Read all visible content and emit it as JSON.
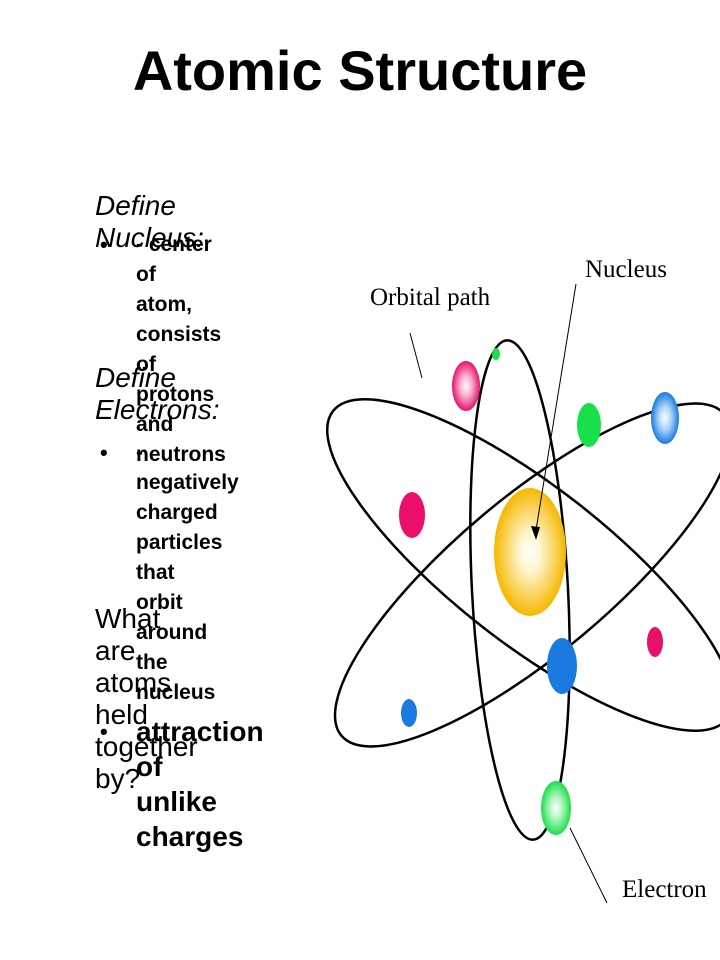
{
  "title": "Atomic Structure",
  "bullets": [
    {
      "marker": "",
      "text": "Define Nucleus:",
      "sub": "- center of\natom, consists\nof protons and\nneutrons"
    },
    {
      "marker": "",
      "text": "Define\nElectrons:",
      "sub": "- negatively\ncharged\nparticles that\norbit around\nthe nucleus"
    },
    {
      "marker": "",
      "text": "What are atoms\nheld together\nby?",
      "sub": "attraction of\nunlike\ncharges"
    }
  ],
  "sub_bullet_glyph": "•",
  "labels": {
    "nucleus": "Nucleus",
    "orbital_path": "Orbital path",
    "electron": "Electron"
  },
  "colors": {
    "nucleus": "#f5b800",
    "electron_pink": "#e8106a",
    "electron_green": "#19e04a",
    "electron_blue": "#1a7ae0"
  }
}
